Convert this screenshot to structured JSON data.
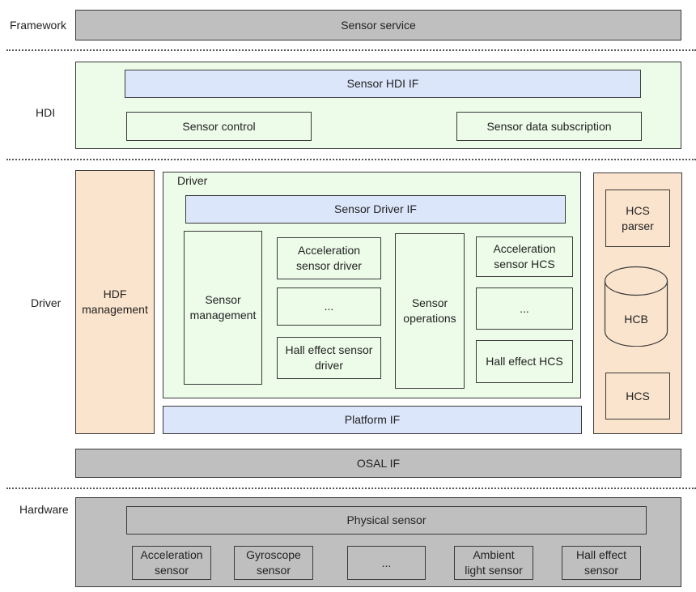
{
  "layers": {
    "framework": "Framework",
    "hdi": "HDI",
    "driver": "Driver",
    "hardware": "Hardware"
  },
  "framework": {
    "sensor_service": "Sensor service"
  },
  "hdi": {
    "sensor_hdi_if": "Sensor HDI IF",
    "sensor_control": "Sensor control",
    "sensor_data_subscription": "Sensor data subscription"
  },
  "driver": {
    "hdf_management": "HDF\nmanagement",
    "driver_group_label": "Driver",
    "sensor_driver_if": "Sensor Driver IF",
    "sensor_management": "Sensor\nmanagement",
    "acceleration_sensor_driver": "Acceleration\nsensor driver",
    "driver_ellipsis": "...",
    "hall_effect_sensor_driver": "Hall effect sensor\ndriver",
    "sensor_operations": "Sensor\noperations",
    "acceleration_sensor_hcs": "Acceleration\nsensor HCS",
    "hcs_ellipsis": "...",
    "hall_effect_hcs": "Hall effect HCS",
    "platform_if": "Platform IF",
    "hcs_parser": "HCS\nparser",
    "hcb": "HCB",
    "hcs": "HCS"
  },
  "osal": {
    "osal_if": "OSAL IF"
  },
  "hardware": {
    "physical_sensor": "Physical sensor",
    "acceleration_sensor": "Acceleration\nsensor",
    "gyroscope_sensor": "Gyroscope\nsensor",
    "ellipsis": "...",
    "ambient_light_sensor": "Ambient\nlight sensor",
    "hall_effect_sensor": "Hall effect\nsensor"
  },
  "colors": {
    "grey": "#bfbfbf",
    "green": "#edfbe9",
    "blue": "#dbe6fb",
    "peach": "#fbe4cd",
    "border": "#3a3a3a"
  }
}
